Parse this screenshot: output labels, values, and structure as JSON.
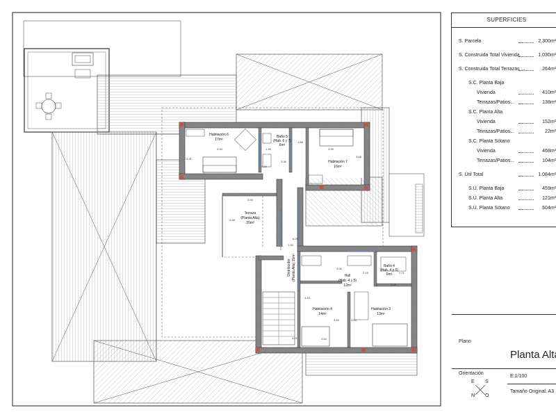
{
  "surfaces": {
    "title": "SUPERFICIES",
    "rows": [
      {
        "label": "S. Parcela",
        "value": "2.300m²",
        "indent": 0
      },
      {
        "label": "S. Construida Total Vivienda",
        "value": "1.030m²",
        "indent": 0
      },
      {
        "label": "S. Construida Total Terrazas ...",
        "value": "264m²",
        "indent": 0
      },
      {
        "label": "S.C. Planta Baja",
        "value": "",
        "indent": 1
      },
      {
        "label": "Vivienda",
        "value": "410m²",
        "indent": 2
      },
      {
        "label": "Terrazas/Patios...",
        "value": "138m²",
        "indent": 2
      },
      {
        "label": "S.C. Planta Alta",
        "value": "",
        "indent": 1
      },
      {
        "label": "Vivienda",
        "value": "152m²",
        "indent": 2
      },
      {
        "label": "Terrazas/Patios...",
        "value": "22m²",
        "indent": 2
      },
      {
        "label": "S.C. Planta Sótano",
        "value": "",
        "indent": 1
      },
      {
        "label": "Vivienda",
        "value": "468m²",
        "indent": 2
      },
      {
        "label": "Terrazas/Patios...",
        "value": "104m²",
        "indent": 2
      },
      {
        "label": "S. Útil Total",
        "value": "1.084m²",
        "indent": 0
      },
      {
        "label": "S.Ú. Planta Baja",
        "value": "459m²",
        "indent": 1
      },
      {
        "label": "S.Ú. Planta Alta",
        "value": "121m²",
        "indent": 1
      },
      {
        "label": "S.Ú. Planta Sótano",
        "value": "504m²",
        "indent": 1
      }
    ]
  },
  "title_block": {
    "plano_label": "Plano",
    "plano_value": "Planta Alta",
    "orientacion_label": "Orientación",
    "scale": "E:1/100",
    "size": "Tamaño Original: A3",
    "compass": {
      "e": "E",
      "s": "S",
      "n": "N",
      "o": "O"
    }
  },
  "rooms": {
    "hab6": {
      "name": "Habitación 6",
      "area": "17m²"
    },
    "bano5": {
      "name": "Baño 5",
      "sub": "(Hab. 6 y 7)",
      "area": "6m²"
    },
    "hab7": {
      "name": "Habitación 7",
      "area": "16m²"
    },
    "terraza": {
      "name": "Terraza",
      "sub": "(Planta Alta)",
      "area": "20m²"
    },
    "distribuidor": {
      "name": "Distribuidor",
      "sub": "(Planta Alta) 15m²"
    },
    "hall": {
      "name": "Hall",
      "sub": "(Hab. 4 y 5)",
      "area": "12m²"
    },
    "bano4": {
      "name": "Baño 4",
      "sub": "(Hab. 4 y 5)",
      "area": "6m²"
    },
    "hab4": {
      "name": "Habitación 4",
      "area": "14m²"
    },
    "hab3": {
      "name": "Habitación 3",
      "area": "13m²"
    }
  },
  "dimensions": {
    "hab6_w": "5.30",
    "hab6_h": "3.31",
    "bano5_w": "1.39",
    "bano5_h": "1.88",
    "bano5_d": "1.29",
    "corr": "3.36",
    "hab7_w": "3.99",
    "hab7_h": "3.08",
    "terr_w": "3.90",
    "terr_h": "5.48",
    "dist_w": "1.30",
    "dist_h": "6.25",
    "hall_w": "3.06",
    "hall_h": "2.16",
    "bano4_w": "2.71",
    "bano4_d": "2.05",
    "hab4_h": "4.40",
    "hab4_w": "3.54",
    "hab4_d": "3.40",
    "hab3_d": "3.60",
    "misc": "4.21"
  }
}
